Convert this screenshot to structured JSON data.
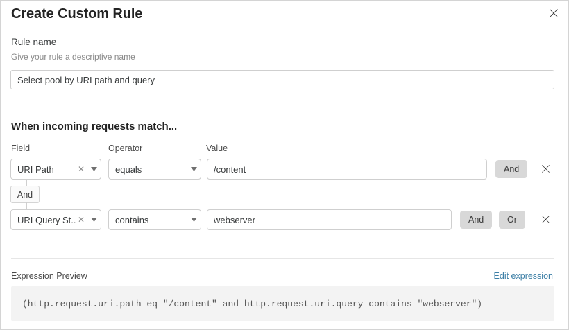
{
  "modal": {
    "title": "Create Custom Rule",
    "close_icon": "close-icon"
  },
  "rule_name": {
    "label": "Rule name",
    "help": "Give your rule a descriptive name",
    "value": "Select pool by URI path and query",
    "placeholder": ""
  },
  "match_section": {
    "heading": "When incoming requests match...",
    "columns": {
      "field": "Field",
      "operator": "Operator",
      "value": "Value"
    },
    "connector": {
      "label": "And"
    },
    "rows": [
      {
        "field": "URI Path",
        "field_clear_icon": "clear-icon",
        "field_caret_icon": "chevron-down-icon",
        "operator": "equals",
        "operator_caret_icon": "chevron-down-icon",
        "value": "/content",
        "logic_buttons": [
          "And"
        ],
        "delete_icon": "close-icon"
      },
      {
        "field": "URI Query St...",
        "field_clear_icon": "clear-icon",
        "field_caret_icon": "chevron-down-icon",
        "operator": "contains",
        "operator_caret_icon": "chevron-down-icon",
        "value": "webserver",
        "logic_buttons": [
          "And",
          "Or"
        ],
        "delete_icon": "close-icon"
      }
    ]
  },
  "expression": {
    "label": "Expression Preview",
    "edit_link": "Edit expression",
    "code": "(http.request.uri.path eq \"/content\" and http.request.uri.query contains \"webserver\")"
  },
  "colors": {
    "link": "#3d7fa6",
    "logic_button_bg": "#d8d8d8",
    "code_bg": "#f3f3f3",
    "border": "#cfcfcf"
  }
}
